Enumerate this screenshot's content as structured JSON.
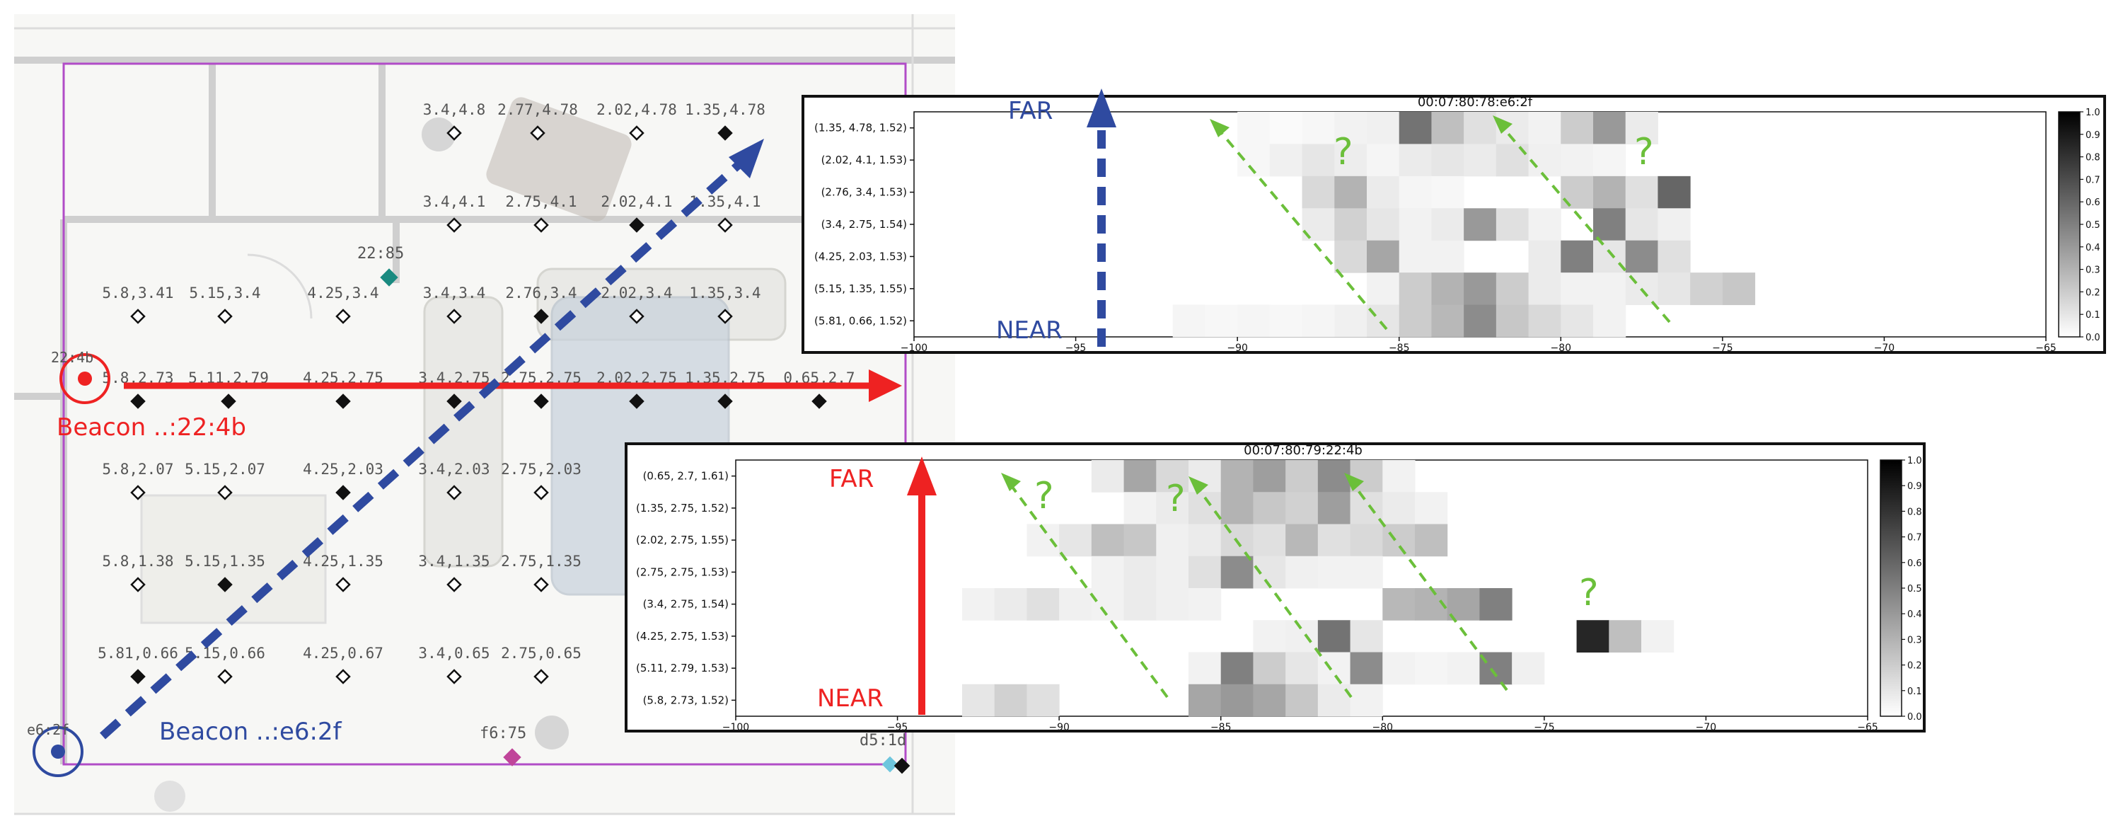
{
  "floorplan": {
    "points": [
      {
        "label": "3.4,4.8",
        "filled": false
      },
      {
        "label": "2.77,4.78",
        "filled": false
      },
      {
        "label": "2.02,4.78",
        "filled": false
      },
      {
        "label": "1.35,4.78",
        "filled": true
      },
      {
        "label": "3.4,4.1",
        "filled": false
      },
      {
        "label": "2.75,4.1",
        "filled": false
      },
      {
        "label": "2.02,4.1",
        "filled": true
      },
      {
        "label": "1.35,4.1",
        "filled": false
      },
      {
        "label": "5.8,3.41",
        "filled": false
      },
      {
        "label": "5.15,3.4",
        "filled": false
      },
      {
        "label": "4.25,3.4",
        "filled": false
      },
      {
        "label": "3.4,3.4",
        "filled": false
      },
      {
        "label": "2.76,3.4",
        "filled": true
      },
      {
        "label": "2.02,3.4",
        "filled": false
      },
      {
        "label": "1.35,3.4",
        "filled": false
      },
      {
        "label": "5.8,2.73",
        "filled": true
      },
      {
        "label": "5.11,2.79",
        "filled": true
      },
      {
        "label": "4.25,2.75",
        "filled": true
      },
      {
        "label": "3.4,2.75",
        "filled": true
      },
      {
        "label": "2.75,2.75",
        "filled": true
      },
      {
        "label": "2.02,2.75",
        "filled": true
      },
      {
        "label": "1.35,2.75",
        "filled": true
      },
      {
        "label": "0.65,2.7",
        "filled": true
      },
      {
        "label": "5.8,2.07",
        "filled": false
      },
      {
        "label": "5.15,2.07",
        "filled": false
      },
      {
        "label": "4.25,2.03",
        "filled": true
      },
      {
        "label": "3.4,2.03",
        "filled": false
      },
      {
        "label": "2.75,2.03",
        "filled": false
      },
      {
        "label": "5.8,1.38",
        "filled": false
      },
      {
        "label": "5.15,1.35",
        "filled": true
      },
      {
        "label": "4.25,1.35",
        "filled": false
      },
      {
        "label": "3.4,1.35",
        "filled": false
      },
      {
        "label": "2.75,1.35",
        "filled": false
      },
      {
        "label": "5.81,0.66",
        "filled": true
      },
      {
        "label": "5.15,0.66",
        "filled": false
      },
      {
        "label": "4.25,0.67",
        "filled": false
      },
      {
        "label": "3.4,0.65",
        "filled": false
      },
      {
        "label": "2.75,0.65",
        "filled": false
      }
    ],
    "beacon_red": {
      "short": "22:4b",
      "label": "Beacon ..:22:4b",
      "color": "#ee2222"
    },
    "beacon_blue": {
      "short": "e6:2f",
      "label": "Beacon ..:e6:2f",
      "color": "#2f4aa0"
    },
    "other_nodes": [
      {
        "short": "22:85",
        "color": "#1a8a80"
      },
      {
        "short": "f6:75",
        "color": "#c0459a"
      },
      {
        "short": "d5:1d",
        "color": "#6ec6dd"
      }
    ]
  },
  "panel_top": {
    "chart_data": {
      "type": "heatmap",
      "title": "00:07:80:78:e6:2f",
      "xlim": [
        -100,
        -65
      ],
      "xticks": [
        -100,
        -95,
        -90,
        -85,
        -80,
        -75,
        -70,
        -65
      ],
      "rows": [
        "(1.35, 4.78, 1.52)",
        "(2.02, 4.1, 1.53)",
        "(2.76, 3.4, 1.53)",
        "(3.4, 2.75, 1.54)",
        "(4.25, 2.03, 1.53)",
        "(5.15, 1.35, 1.55)",
        "(5.81, 0.66, 1.52)"
      ],
      "cells": [
        [
          [
            -90,
            0.03
          ],
          [
            -89,
            0.02
          ],
          [
            -88,
            0.03
          ],
          [
            -87,
            0.05
          ],
          [
            -86,
            0.06
          ],
          [
            -85,
            0.55
          ],
          [
            -84,
            0.25
          ],
          [
            -83,
            0.12
          ],
          [
            -82,
            0.08
          ],
          [
            -81,
            0.05
          ],
          [
            -80,
            0.2
          ],
          [
            -79,
            0.4
          ],
          [
            -78,
            0.08
          ]
        ],
        [
          [
            -90,
            0.03
          ],
          [
            -89,
            0.06
          ],
          [
            -88,
            0.1
          ],
          [
            -87,
            0.07
          ],
          [
            -86,
            0.04
          ],
          [
            -85,
            0.08
          ],
          [
            -84,
            0.1
          ],
          [
            -83,
            0.08
          ],
          [
            -82,
            0.12
          ],
          [
            -81,
            0.06
          ],
          [
            -80,
            0.05
          ],
          [
            -79,
            0.04
          ]
        ],
        [
          [
            -88,
            0.15
          ],
          [
            -87,
            0.3
          ],
          [
            -86,
            0.08
          ],
          [
            -85,
            0.04
          ],
          [
            -84,
            0.03
          ],
          [
            -80,
            0.2
          ],
          [
            -79,
            0.3
          ],
          [
            -78,
            0.12
          ],
          [
            -77,
            0.6
          ]
        ],
        [
          [
            -88,
            0.08
          ],
          [
            -87,
            0.18
          ],
          [
            -86,
            0.1
          ],
          [
            -85,
            0.05
          ],
          [
            -84,
            0.08
          ],
          [
            -83,
            0.4
          ],
          [
            -82,
            0.12
          ],
          [
            -81,
            0.05
          ],
          [
            -79,
            0.5
          ],
          [
            -78,
            0.1
          ],
          [
            -77,
            0.06
          ]
        ],
        [
          [
            -87,
            0.15
          ],
          [
            -86,
            0.35
          ],
          [
            -85,
            0.05
          ],
          [
            -84,
            0.05
          ],
          [
            -81,
            0.08
          ],
          [
            -80,
            0.5
          ],
          [
            -79,
            0.1
          ],
          [
            -78,
            0.45
          ],
          [
            -77,
            0.12
          ]
        ],
        [
          [
            -86,
            0.05
          ],
          [
            -85,
            0.2
          ],
          [
            -84,
            0.3
          ],
          [
            -83,
            0.4
          ],
          [
            -82,
            0.2
          ],
          [
            -81,
            0.08
          ],
          [
            -80,
            0.05
          ],
          [
            -79,
            0.05
          ],
          [
            -78,
            0.08
          ],
          [
            -77,
            0.1
          ],
          [
            -76,
            0.18
          ],
          [
            -75,
            0.22
          ]
        ],
        [
          [
            -92,
            0.04
          ],
          [
            -91,
            0.03
          ],
          [
            -90,
            0.04
          ],
          [
            -89,
            0.03
          ],
          [
            -88,
            0.04
          ],
          [
            -87,
            0.06
          ],
          [
            -86,
            0.1
          ],
          [
            -85,
            0.2
          ],
          [
            -84,
            0.28
          ],
          [
            -83,
            0.45
          ],
          [
            -82,
            0.22
          ],
          [
            -81,
            0.15
          ],
          [
            -80,
            0.1
          ],
          [
            -79,
            0.05
          ]
        ]
      ],
      "colorbar": {
        "ticks": [
          "1.0",
          "0.9",
          "0.8",
          "0.7",
          "0.6",
          "0.5",
          "0.4",
          "0.3",
          "0.2",
          "0.1",
          "0.0"
        ]
      }
    },
    "far_label": "FAR",
    "near_label": "NEAR",
    "question_marks": [
      "?",
      "?"
    ]
  },
  "panel_bottom": {
    "chart_data": {
      "type": "heatmap",
      "title": "00:07:80:79:22:4b",
      "xlim": [
        -100,
        -65
      ],
      "xticks": [
        -100,
        -95,
        -90,
        -85,
        -80,
        -75,
        -70,
        -65
      ],
      "rows": [
        "(0.65, 2.7, 1.61)",
        "(1.35, 2.75, 1.52)",
        "(2.02, 2.75, 1.55)",
        "(2.75, 2.75, 1.53)",
        "(3.4, 2.75, 1.54)",
        "(4.25, 2.75, 1.53)",
        "(5.11, 2.79, 1.53)",
        "(5.8, 2.73, 1.52)"
      ],
      "cells": [
        [
          [
            -89,
            0.08
          ],
          [
            -88,
            0.35
          ],
          [
            -87,
            0.15
          ],
          [
            -86,
            0.08
          ],
          [
            -85,
            0.3
          ],
          [
            -84,
            0.38
          ],
          [
            -83,
            0.2
          ],
          [
            -82,
            0.45
          ],
          [
            -81,
            0.2
          ],
          [
            -80,
            0.05
          ]
        ],
        [
          [
            -88,
            0.05
          ],
          [
            -87,
            0.08
          ],
          [
            -86,
            0.12
          ],
          [
            -85,
            0.3
          ],
          [
            -84,
            0.22
          ],
          [
            -83,
            0.18
          ],
          [
            -82,
            0.38
          ],
          [
            -81,
            0.12
          ],
          [
            -80,
            0.08
          ],
          [
            -79,
            0.05
          ]
        ],
        [
          [
            -91,
            0.05
          ],
          [
            -90,
            0.1
          ],
          [
            -89,
            0.25
          ],
          [
            -88,
            0.22
          ],
          [
            -87,
            0.06
          ],
          [
            -86,
            0.08
          ],
          [
            -85,
            0.15
          ],
          [
            -84,
            0.12
          ],
          [
            -83,
            0.28
          ],
          [
            -82,
            0.12
          ],
          [
            -81,
            0.15
          ],
          [
            -80,
            0.2
          ],
          [
            -79,
            0.25
          ]
        ],
        [
          [
            -89,
            0.05
          ],
          [
            -88,
            0.08
          ],
          [
            -87,
            0.06
          ],
          [
            -86,
            0.12
          ],
          [
            -85,
            0.45
          ],
          [
            -84,
            0.1
          ],
          [
            -83,
            0.06
          ],
          [
            -82,
            0.05
          ],
          [
            -81,
            0.05
          ]
        ],
        [
          [
            -93,
            0.05
          ],
          [
            -92,
            0.08
          ],
          [
            -91,
            0.12
          ],
          [
            -90,
            0.06
          ],
          [
            -89,
            0.05
          ],
          [
            -88,
            0.08
          ],
          [
            -87,
            0.06
          ],
          [
            -86,
            0.05
          ],
          [
            -80,
            0.28
          ],
          [
            -79,
            0.3
          ],
          [
            -78,
            0.35
          ],
          [
            -77,
            0.5
          ]
        ],
        [
          [
            -84,
            0.05
          ],
          [
            -83,
            0.06
          ],
          [
            -82,
            0.55
          ],
          [
            -81,
            0.1
          ],
          [
            -74,
            0.85
          ],
          [
            -73,
            0.25
          ],
          [
            -72,
            0.05
          ]
        ],
        [
          [
            -86,
            0.05
          ],
          [
            -85,
            0.5
          ],
          [
            -84,
            0.2
          ],
          [
            -83,
            0.1
          ],
          [
            -82,
            0.05
          ],
          [
            -81,
            0.45
          ],
          [
            -80,
            0.05
          ],
          [
            -79,
            0.04
          ],
          [
            -78,
            0.05
          ],
          [
            -77,
            0.5
          ],
          [
            -76,
            0.06
          ]
        ],
        [
          [
            -93,
            0.1
          ],
          [
            -92,
            0.18
          ],
          [
            -91,
            0.12
          ],
          [
            -86,
            0.35
          ],
          [
            -85,
            0.4
          ],
          [
            -84,
            0.35
          ],
          [
            -83,
            0.22
          ],
          [
            -82,
            0.08
          ],
          [
            -81,
            0.05
          ]
        ]
      ],
      "colorbar": {
        "ticks": [
          "1.0",
          "0.9",
          "0.8",
          "0.7",
          "0.6",
          "0.5",
          "0.4",
          "0.3",
          "0.2",
          "0.1",
          "0.0"
        ]
      }
    },
    "far_label": "FAR",
    "near_label": "NEAR",
    "question_marks": [
      "?",
      "?",
      "?"
    ]
  }
}
